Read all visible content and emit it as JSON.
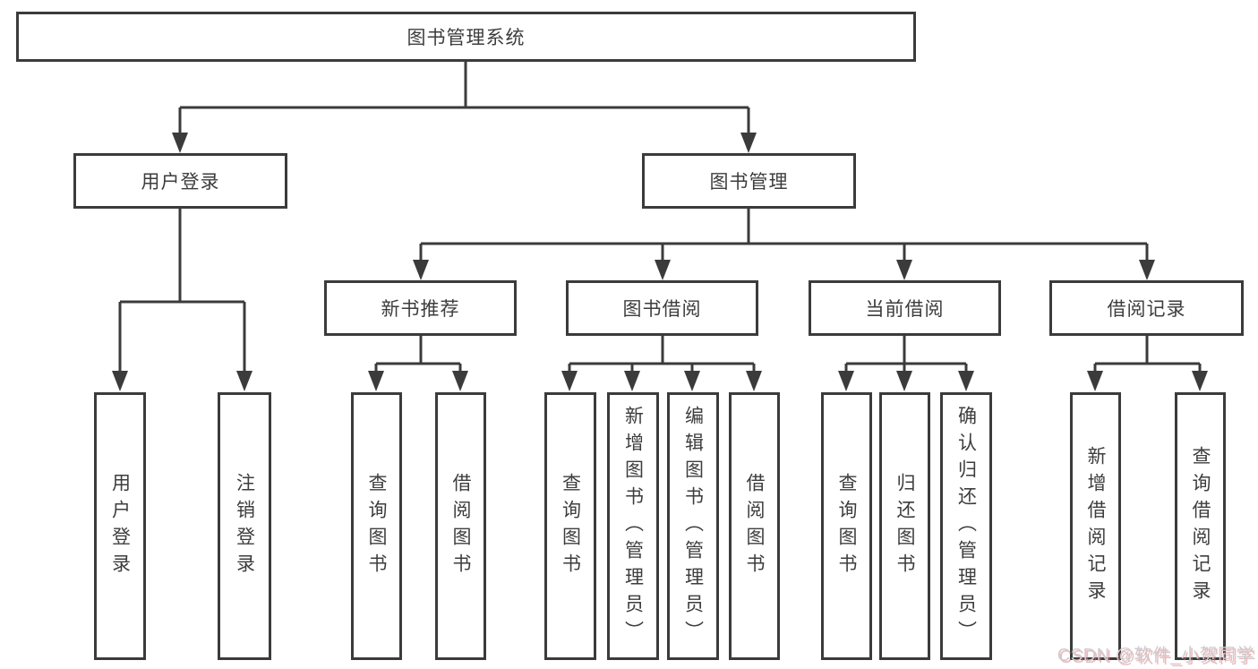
{
  "nodes": {
    "root": "图书管理系统",
    "level2": {
      "user_login": "用户登录",
      "book_management": "图书管理"
    },
    "level3": {
      "new_books": "新书推荐",
      "book_borrow": "图书借阅",
      "current_borrow": "当前借阅",
      "borrow_records": "借阅记录"
    },
    "leaves": {
      "login": [
        "用户登录",
        "注销登录"
      ],
      "new_books": [
        "查询图书",
        "借阅图书"
      ],
      "book_borrow": [
        "查询图书",
        "新增图书（管理员）",
        "编辑图书（管理员）",
        "借阅图书"
      ],
      "current_borrow": [
        "查询图书",
        "归还图书",
        "确认归还（管理员）"
      ],
      "borrow_records": [
        "新增借阅记录",
        "查询借阅记录"
      ]
    }
  },
  "watermark": {
    "text": "CSDN @软件_小贺同学"
  },
  "colors": {
    "line": "#3b3b3b",
    "text": "#3d3d3d",
    "background": "#ffffff",
    "watermark_text": "#c9ced3"
  }
}
